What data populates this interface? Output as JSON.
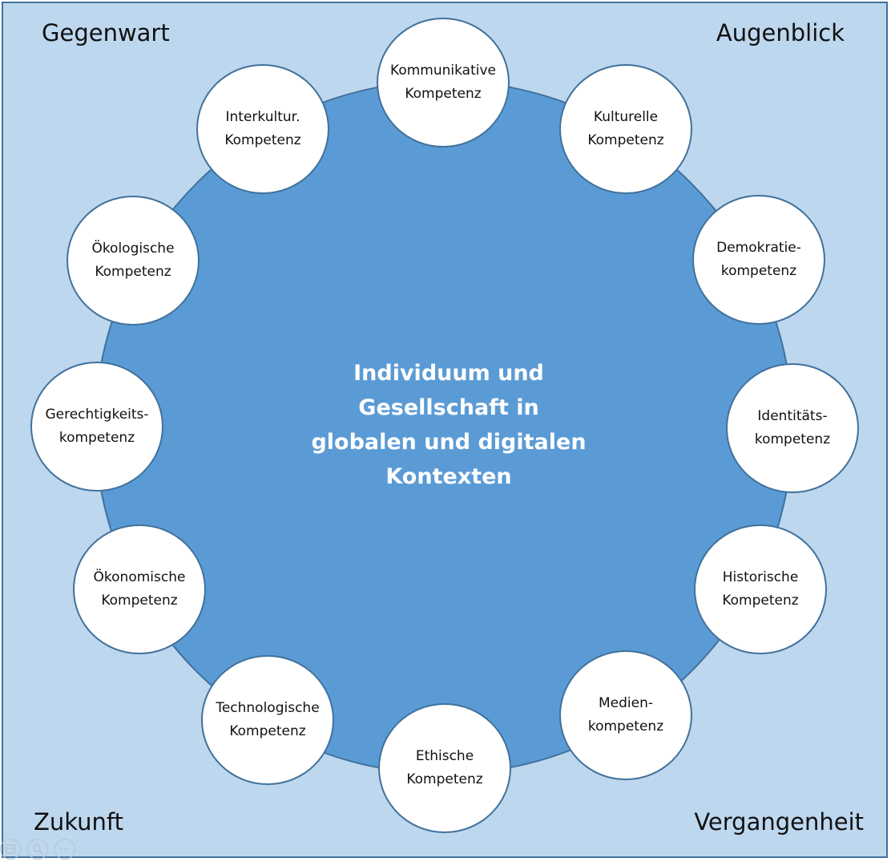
{
  "corners": {
    "top_left": "Gegenwart",
    "top_right": "Augenblick",
    "bottom_left": "Zukunft",
    "bottom_right": "Vergangenheit"
  },
  "center": {
    "lines": [
      "Individuum und",
      "Gesellschaft in",
      "globalen und digitalen",
      "Kontexten"
    ]
  },
  "competencies": [
    {
      "l1": "Kommunikative",
      "l2": "Kompetenz"
    },
    {
      "l1": "Kulturelle",
      "l2": "Kompetenz"
    },
    {
      "l1": "Demokratie-",
      "l2": "kompetenz"
    },
    {
      "l1": "Identitäts-",
      "l2": "kompetenz"
    },
    {
      "l1": "Historische",
      "l2": "Kompetenz"
    },
    {
      "l1": "Medien-",
      "l2": "kompetenz"
    },
    {
      "l1": "Ethische",
      "l2": "Kompetenz"
    },
    {
      "l1": "Technologische",
      "l2": "Kompetenz"
    },
    {
      "l1": "Ökonomische",
      "l2": "Kompetenz"
    },
    {
      "l1": "Gerechtigkeits-",
      "l2": "kompetenz"
    },
    {
      "l1": "Ökologische",
      "l2": "Kompetenz"
    },
    {
      "l1": "Interkultur.",
      "l2": "Kompetenz"
    }
  ],
  "colors": {
    "background": "#bdd7ee",
    "big_circle": "#5b9bd5",
    "outline": "#41719c",
    "small_circle": "#ffffff"
  }
}
